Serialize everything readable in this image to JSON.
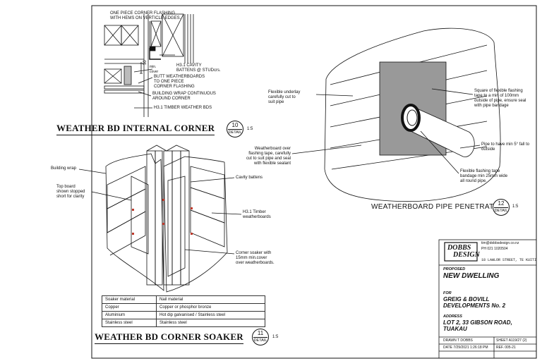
{
  "detail10": {
    "title": "WEATHER BD INTERNAL CORNER",
    "number": "10",
    "detail_word": "DETAIL",
    "scale": "1:5",
    "notes": {
      "flashing": "ONE PIECE CORNER FLASHING\nWITH HEMS ON VERTICLE EDGES.",
      "cavity": "H3.1 CAVITY\nBATTENS @ STUDcrs.",
      "butt": "BUTT WEATHERBOARDS\nTO ONE PIECE\nCORNER FLASHING",
      "wrap": "BUILDING WRAP CONTINUOUS\nAROUND CORNER",
      "timber": "H3.1 TIMBER WEATHER BDS",
      "dim": "50",
      "min_cover": "min.\ncover"
    }
  },
  "detail11": {
    "title": "WEATHER BD CORNER SOAKER",
    "number": "11",
    "detail_word": "DETAIL",
    "scale": "1:5",
    "notes": {
      "building_wrap": "Building wrap",
      "top_board": "Top board\nshown stopped\nshort for clarity",
      "cavity_battens": "Cavity battens",
      "timber": "H3.1 Timber\nweatherboards",
      "soaker": "Corner soaker with\n15mm min.cover\nover weatherboards."
    },
    "table": {
      "headers": [
        "Soaker material",
        "Nail material"
      ],
      "rows": [
        [
          "Copper",
          "Copper or phosphor bronze"
        ],
        [
          "Aluminium",
          "Hot dip galvanised / Stainless steel"
        ],
        [
          "Stainless steel",
          "Stainless steel"
        ]
      ]
    }
  },
  "detail12": {
    "title": "WEATHERBOARD PIPE PENETRATION",
    "number": "12",
    "detail_word": "DETAIL",
    "scale": "1:5",
    "notes": {
      "underlay": "Flexible underlay\ncarefully cut to\nsuit pipe",
      "square": "Square of flexible flashing\ntape to a min of 100mm\noutside of pipe, ensure seal\nwith pipe bandage",
      "fall": "Pipe to have min 5° fall to\noutside",
      "weatherboard": "Weatherboard over\nflashing tape, carefully\ncut to suit pipe and seal\nwith flexible sealant",
      "bandage": "Flexible flashing tape\nbandage min 25mm wide\nall round pipe."
    }
  },
  "title_block": {
    "logo_line1": "DOBBS",
    "logo_line2": "DESIGN",
    "email": "tim@dobbsdesign.co.nz",
    "phone": "PH 021 1020504",
    "address_line": "18 LAWLOR STREET, TE KUITI",
    "proposed_label": "PROPOSED",
    "project": "NEW DWELLING",
    "for_label": "FOR",
    "client_line1": "GREIG & BOVILL",
    "client_line2": "DEVELOPMENTS No. 2",
    "address_label": "ADDRESS",
    "site_line1": "LOT 2, 33 GIBSON ROAD,",
    "site_line2": "TUAKAU",
    "drawn": "DRAWN  T DOBBS",
    "sheet": "SHEET A119/27  (2)",
    "date": "DATE  7/29/2021 1:26:18 PM",
    "ref": "REF. 005-21"
  }
}
